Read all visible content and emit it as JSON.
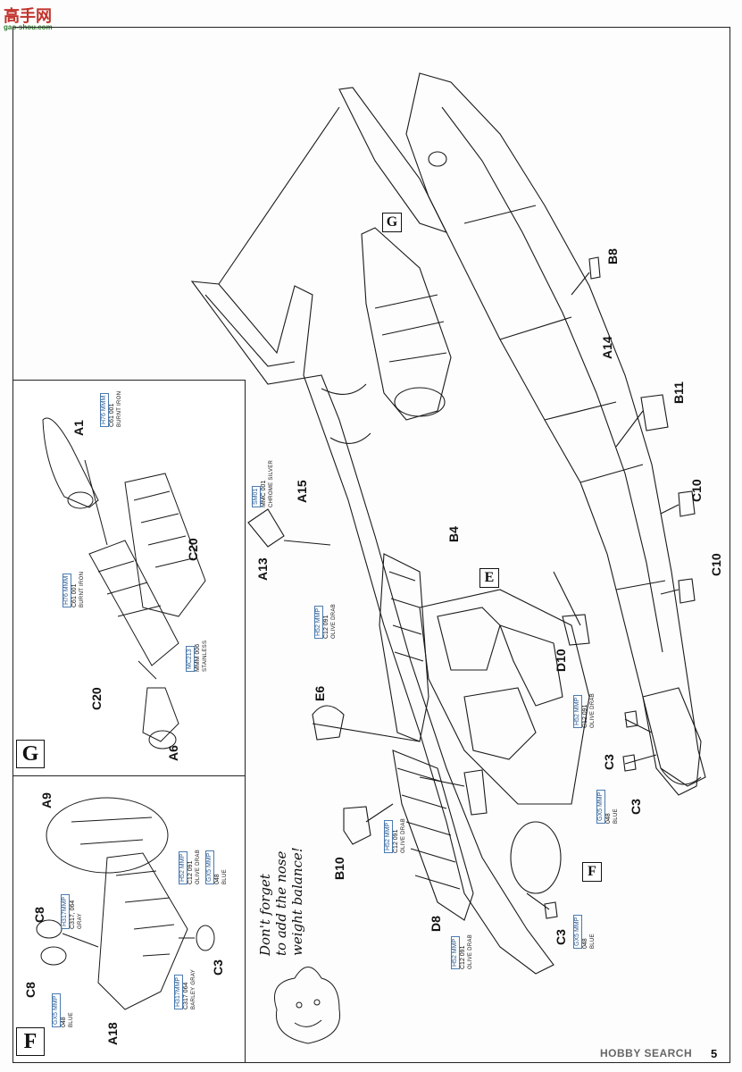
{
  "watermark_top": {
    "logo": "高手网",
    "url": "gao-shou.com"
  },
  "watermark_bottom": "HOBBY SEARCH",
  "page_number": "5",
  "sections": {
    "G": "G",
    "F": "F",
    "E": "E"
  },
  "parts": {
    "A1": "A1",
    "C20a": "C20",
    "C20b": "C20",
    "A6": "A6",
    "A9": "A9",
    "C8a": "C8",
    "C8b": "C8",
    "C3f": "C3",
    "A18": "A18",
    "B8": "B8",
    "A14": "A14",
    "B11": "B11",
    "C10a": "C10",
    "C10b": "C10",
    "A15": "A15",
    "A13": "A13",
    "B4": "B4",
    "D10": "D10",
    "E6": "E6",
    "C3a": "C3",
    "C3b": "C3",
    "C3c": "C3",
    "B10": "B10",
    "D8": "D8"
  },
  "paints": [
    {
      "id": "p1",
      "code": "H76 MMM",
      "line2": "C61  001",
      "name": "BURNT IRON"
    },
    {
      "id": "p2",
      "code": "H76 MMM",
      "line2": "C61  001",
      "name": "BURNT IRON"
    },
    {
      "id": "p3",
      "code": "MC213",
      "line2": "MMM  006",
      "name": "STAINLESS"
    },
    {
      "id": "p4",
      "code": "SM01",
      "line2": "MMC  001",
      "name": "CHROME SILVER"
    },
    {
      "id": "p5",
      "code": "H52 MMP",
      "line2": "C12  091",
      "name": "OLIVE DRAB"
    },
    {
      "id": "p6",
      "code": "H52 MMP",
      "line2": "C12  091",
      "name": "OLIVE DRAB"
    },
    {
      "id": "p7",
      "code": "GX5 MMP",
      "line2": "048",
      "name": "BLUE"
    },
    {
      "id": "p8",
      "code": "H52 MMP",
      "line2": "C12  091",
      "name": "OLIVE DRAB"
    },
    {
      "id": "p9",
      "code": "GX5 MMP",
      "line2": "048",
      "name": "BLUE"
    },
    {
      "id": "p10",
      "code": "H52 MMP",
      "line2": "C12  091",
      "name": "OLIVE DRAB"
    },
    {
      "id": "p11",
      "code": "H52 MMP",
      "line2": "C12  091",
      "name": "OLIVE DRAB"
    },
    {
      "id": "p12",
      "code": "GX5 MMP",
      "line2": "048",
      "name": "BLUE"
    },
    {
      "id": "p13",
      "code": "H317MMP",
      "line2": "C317, 064",
      "name": "GRAY"
    },
    {
      "id": "p14",
      "code": "GX5 MMP",
      "line2": "048",
      "name": "BLUE"
    },
    {
      "id": "p15",
      "code": "H317MMP",
      "line2": "C317  064",
      "name": "BARLEY GRAY"
    }
  ],
  "note": {
    "line1": "Don't forget",
    "line2": "to add the nose",
    "line3": "weight balance!"
  }
}
